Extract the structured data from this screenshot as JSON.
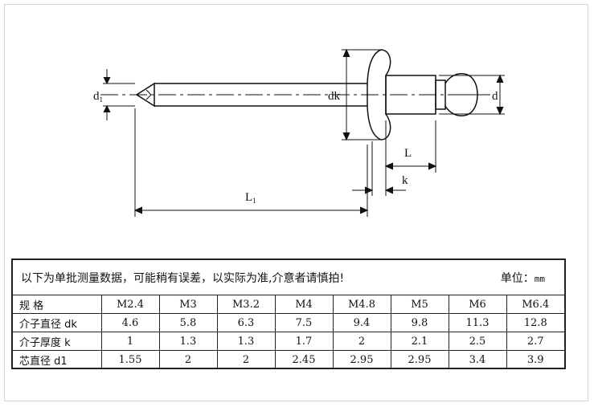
{
  "drawing": {
    "labels": {
      "d1": "d",
      "d1_sub": "1",
      "dk": "dk",
      "d": "d",
      "L": "L",
      "k": "k",
      "L1": "L",
      "L1_sub": "1"
    }
  },
  "spec": {
    "note": "以下为单批测量数据，可能稍有误差，以实际为准,介意者请慎拍!",
    "unit_label": "单位：",
    "unit_value": "mm",
    "columns": [
      "M2.4",
      "M3",
      "M3.2",
      "M4",
      "M4.8",
      "M5",
      "M6",
      "M6.4"
    ],
    "rows": [
      {
        "label": "规 格",
        "values": [
          "M2.4",
          "M3",
          "M3.2",
          "M4",
          "M4.8",
          "M5",
          "M6",
          "M6.4"
        ]
      },
      {
        "label": "介子直径 dk",
        "values": [
          "4.6",
          "5.8",
          "6.3",
          "7.5",
          "9.4",
          "9.8",
          "11.3",
          "12.8"
        ]
      },
      {
        "label": "介子厚度 k",
        "values": [
          "1",
          "1.3",
          "1.3",
          "1.7",
          "2",
          "2.1",
          "2.5",
          "2.7"
        ]
      },
      {
        "label": "芯直径 d1",
        "values": [
          "1.55",
          "2",
          "2",
          "2.45",
          "2.95",
          "2.95",
          "3.4",
          "3.9"
        ]
      }
    ]
  }
}
